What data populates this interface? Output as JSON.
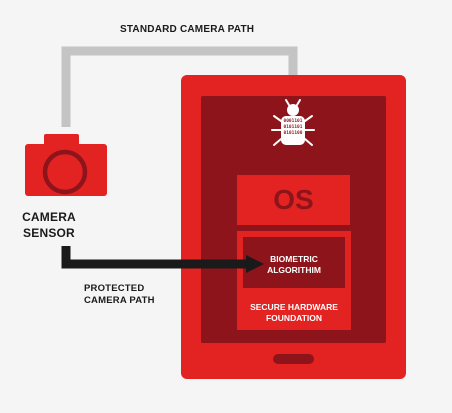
{
  "labels": {
    "standard_path": "STANDARD CAMERA PATH",
    "camera_sensor": [
      "CAMERA",
      "SENSOR"
    ],
    "protected_path": [
      "PROTECTED",
      "CAMERA PATH"
    ],
    "os": "OS",
    "biometric": [
      "BIOMETRIC",
      "ALGORITHIM"
    ],
    "secure_hardware": [
      "SECURE HARDWARE",
      "FOUNDATION"
    ],
    "malware_binary": [
      "0001101",
      "0101101",
      "0101100"
    ]
  },
  "icons": {
    "camera": "camera-icon",
    "malware": "bug-icon",
    "device": "tablet-icon"
  },
  "colors": {
    "background": "#f5f5f5",
    "device_red": "#e32222",
    "device_dark": "#8e141b",
    "standard_path": "#c4c4c4",
    "protected_path": "#1a1a1a",
    "text_dark": "#1a1a1a",
    "text_light": "#ffffff"
  }
}
